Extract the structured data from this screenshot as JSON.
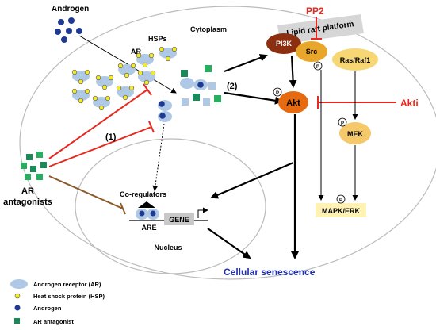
{
  "labels": {
    "androgen": "Androgen",
    "hsps": "HSPs",
    "ar": "AR",
    "cytoplasm": "Cytoplasm",
    "lipid_raft": "Lipid raft platform",
    "pp2": "PP2",
    "pi3k": "PI3K",
    "src": "Src",
    "ras_raf": "Ras/Raf1",
    "akt": "Akt",
    "akti": "Akti",
    "mek": "MEK",
    "mapk_erk": "MAPK/ERK",
    "route_2": "(2)",
    "route_1": "(1)",
    "ar_antagonists": "AR\nantagonists",
    "co_regulators": "Co-regulators",
    "are": "ARE",
    "gene": "GENE",
    "nucleus": "Nucleus",
    "cellular_senescence": "Cellular senescence",
    "phospho": "P"
  },
  "legend": [
    {
      "icon": "ar-icon",
      "label": "Androgen receptor (AR)"
    },
    {
      "icon": "hsp-icon",
      "label": "Heat shock protein (HSP)"
    },
    {
      "icon": "androgen-icon",
      "label": "Androgen"
    },
    {
      "icon": "antagonist-icon",
      "label": "AR antagonist"
    }
  ],
  "colors": {
    "androgen": "#1f3a93",
    "ar": "#aec8e6",
    "hsp": "#f2ea2a",
    "antagonist_dark": "#1b8a5a",
    "antagonist_light": "#27ae60",
    "pi3k": "#8b2f10",
    "src": "#e8a62a",
    "ras_raf": "#f7d774",
    "akt": "#e66a0f",
    "mek": "#f5c86a",
    "mapk": "#fff2b3",
    "inhibitor_red": "#e8281f",
    "inhibitor_brown": "#8b5a2b",
    "senescence_blue": "#1f2fb0"
  }
}
